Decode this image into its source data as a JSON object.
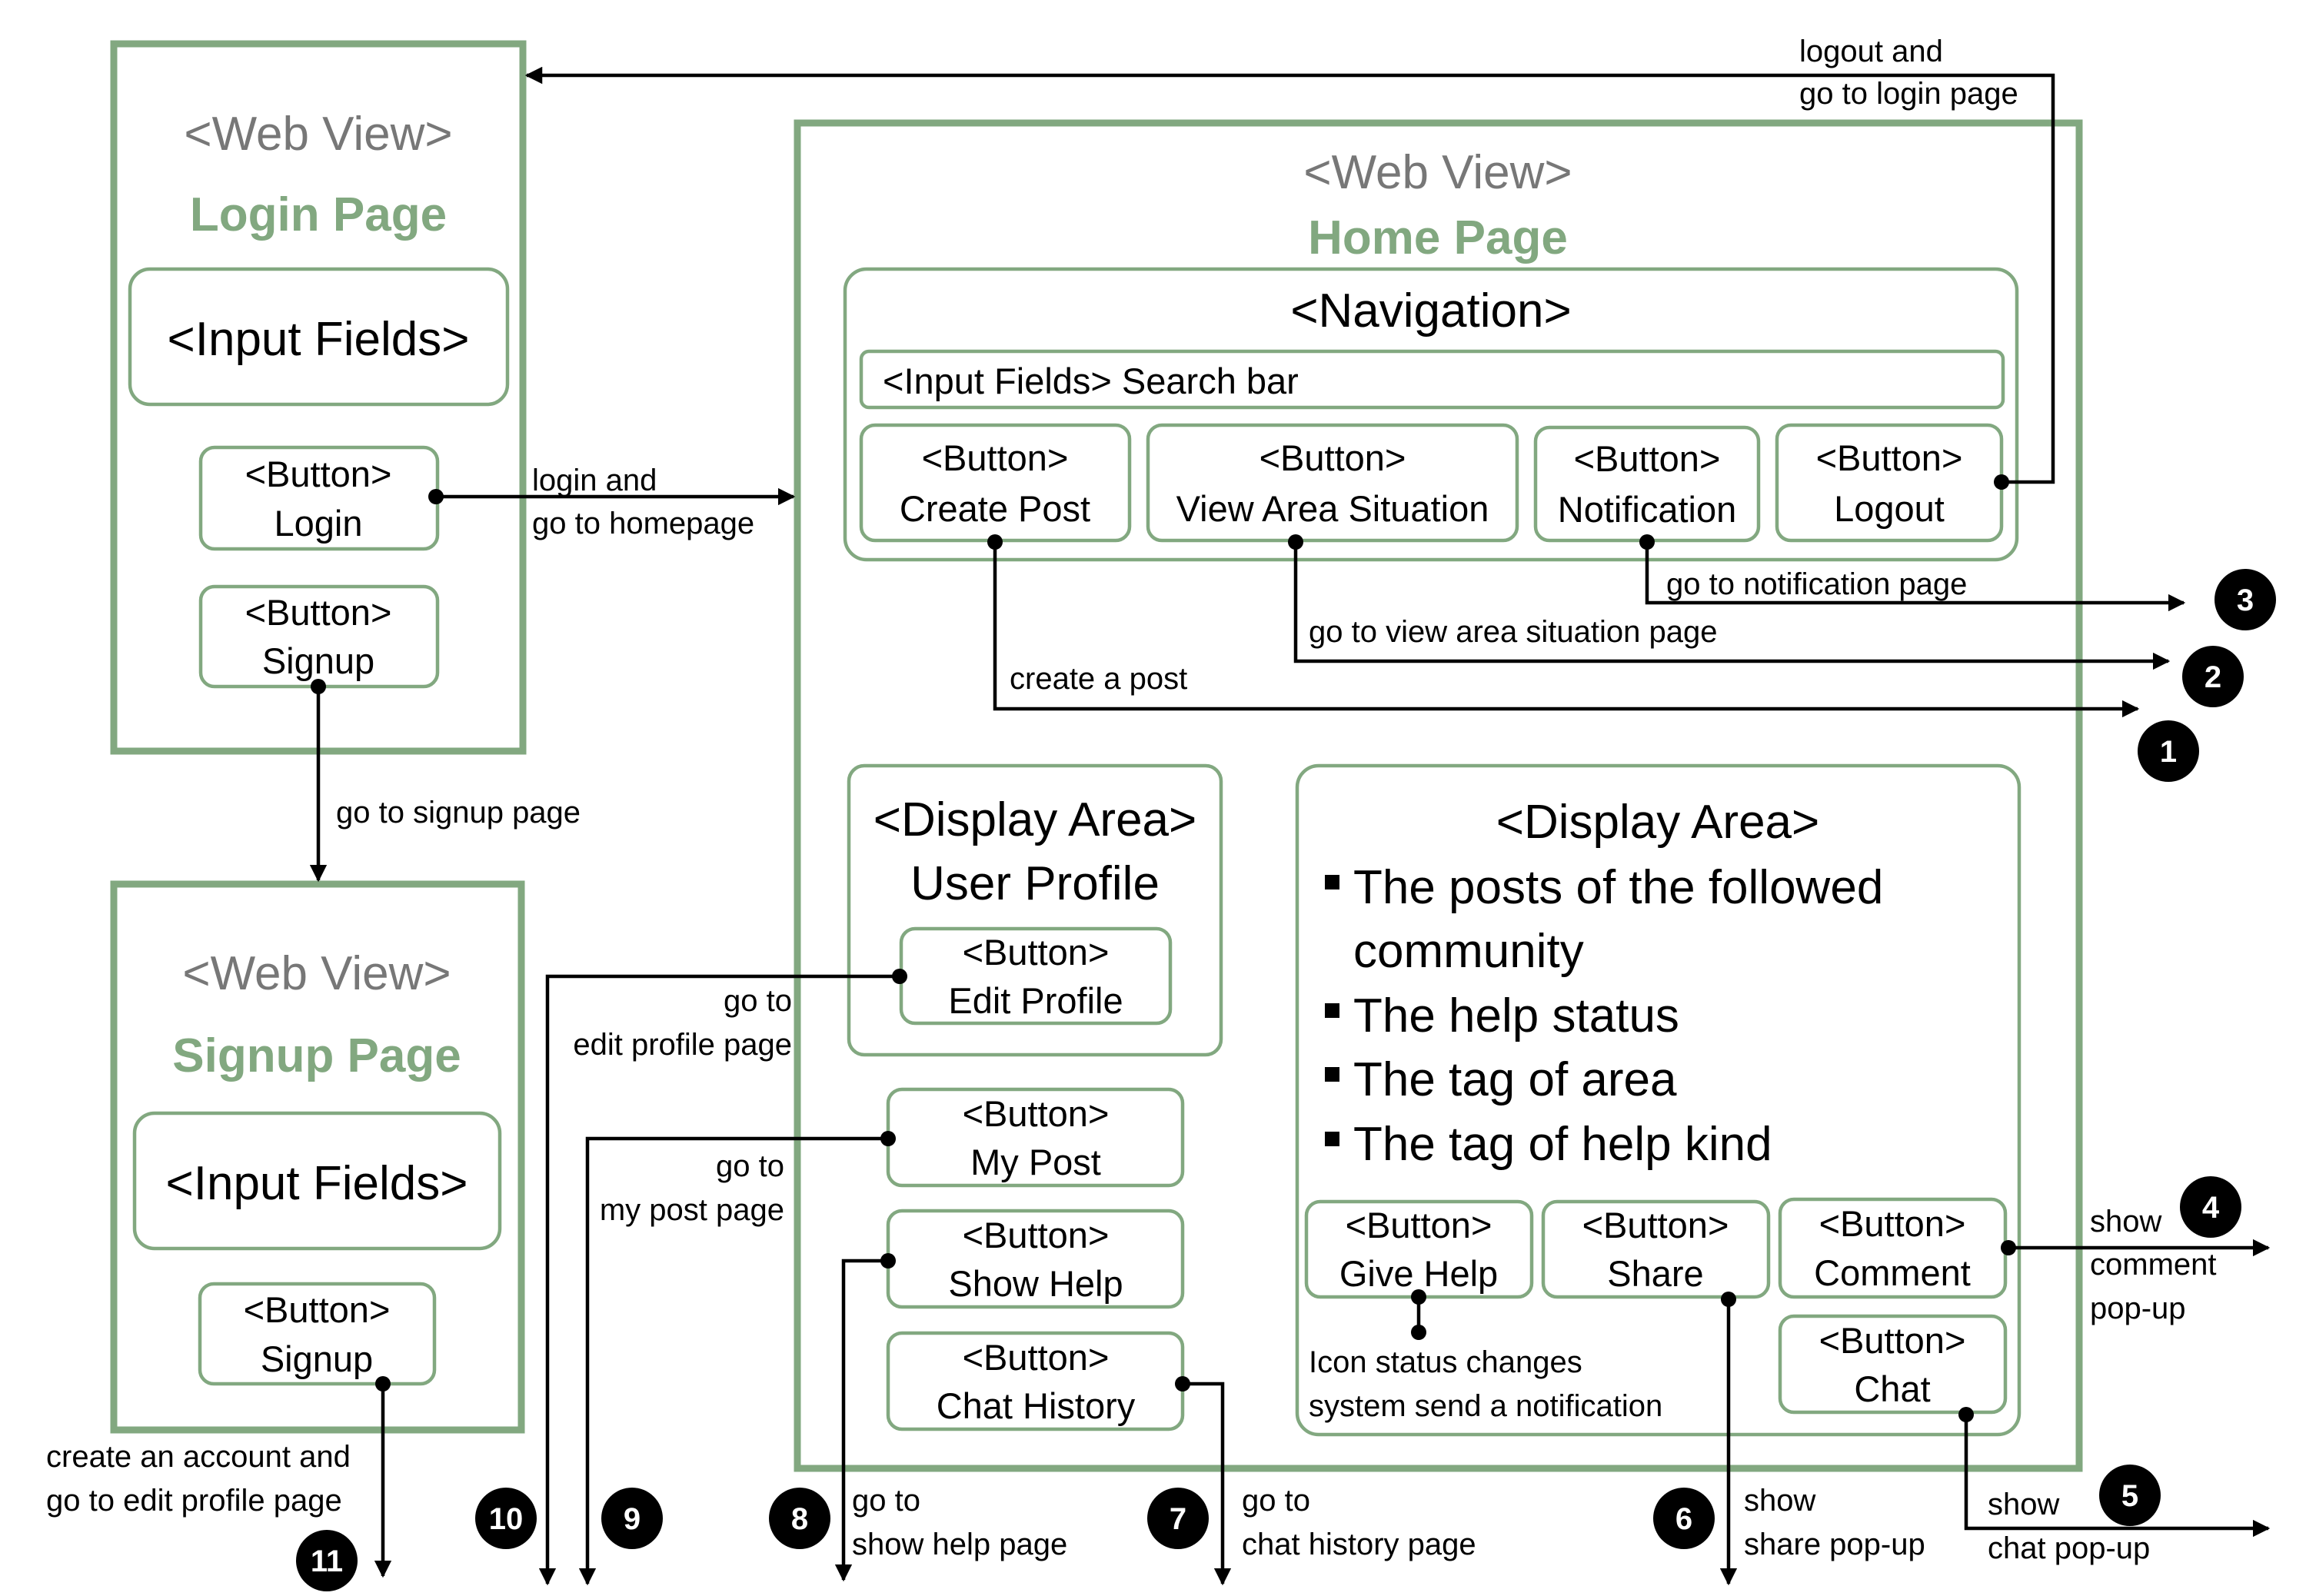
{
  "login_page": {
    "web_view": "<Web View>",
    "title": "Login Page",
    "input_fields": "<Input Fields>",
    "login_button": {
      "tag": "<Button>",
      "label": "Login"
    },
    "signup_button": {
      "tag": "<Button>",
      "label": "Signup"
    }
  },
  "signup_page": {
    "web_view": "<Web View>",
    "title": "Signup Page",
    "input_fields": "<Input Fields>",
    "signup_button": {
      "tag": "<Button>",
      "label": "Signup"
    }
  },
  "home_page": {
    "web_view": "<Web View>",
    "title": "Home Page",
    "navigation": {
      "title": "<Navigation>",
      "search_bar": "<Input Fields> Search bar",
      "buttons": [
        {
          "tag": "<Button>",
          "label": "Create Post"
        },
        {
          "tag": "<Button>",
          "label": "View Area Situation"
        },
        {
          "tag": "<Button>",
          "label": "Notification"
        },
        {
          "tag": "<Button>",
          "label": "Logout"
        }
      ]
    },
    "profile_area": {
      "title": "<Display Area>",
      "subtitle": "User Profile",
      "edit_button": {
        "tag": "<Button>",
        "label": "Edit Profile"
      }
    },
    "side_buttons": [
      {
        "tag": "<Button>",
        "label": "My Post"
      },
      {
        "tag": "<Button>",
        "label": "Show Help"
      },
      {
        "tag": "<Button>",
        "label": "Chat History"
      }
    ],
    "feed_area": {
      "title": "<Display Area>",
      "items": [
        {
          "line1": "The posts of the followed",
          "line2": "community"
        },
        {
          "line1": "The help status"
        },
        {
          "line1": "The tag of area"
        },
        {
          "line1": "The tag of help kind"
        }
      ],
      "buttons": [
        {
          "tag": "<Button>",
          "label": "Give Help"
        },
        {
          "tag": "<Button>",
          "label": "Share"
        },
        {
          "tag": "<Button>",
          "label": "Comment"
        },
        {
          "tag": "<Button>",
          "label": "Chat"
        }
      ]
    }
  },
  "labels": {
    "logout": [
      "logout and",
      "go to login page"
    ],
    "login": [
      "login and",
      "go to homepage"
    ],
    "signup_link": "go to signup page",
    "create_account": [
      "create an account and",
      "go to edit profile page"
    ],
    "notification": "go to notification page",
    "view_area": "go to view area situation page",
    "create_post": "create a post",
    "edit_profile": [
      "go to",
      "edit profile page"
    ],
    "my_post": [
      "go to",
      "my post page"
    ],
    "show_help": [
      "go to",
      "show help page"
    ],
    "chat_history": [
      "go to",
      "chat history page"
    ],
    "give_help_note": [
      "Icon status changes",
      "system send a notification"
    ],
    "share": [
      "show",
      "share pop-up"
    ],
    "comment": [
      "show",
      "comment",
      "pop-up"
    ],
    "chat": [
      "show",
      "chat pop-up"
    ]
  },
  "badges": [
    "1",
    "2",
    "3",
    "4",
    "5",
    "6",
    "7",
    "8",
    "9",
    "10",
    "11"
  ]
}
